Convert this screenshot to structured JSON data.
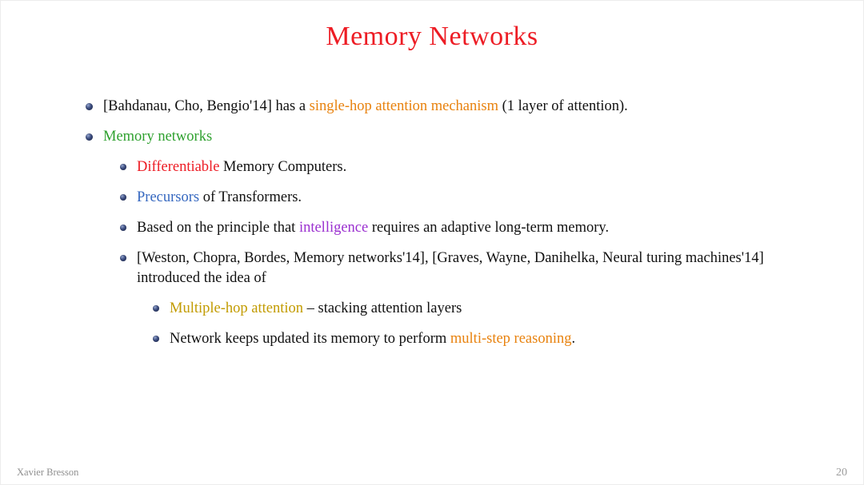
{
  "slide": {
    "title": "Memory Networks",
    "footer": {
      "author": "Xavier Bresson",
      "page_number": "20"
    }
  },
  "palette": {
    "title_red": "#ed1c24",
    "body": "#111111",
    "orange": "#e8820e",
    "green": "#2fa12f",
    "red": "#ed1c24",
    "blue": "#3668c0",
    "purple": "#9b30d0",
    "gold": "#c29b00",
    "bullet_navy": "#1d2950",
    "footer_gray": "#8f8f8f"
  },
  "bullets": [
    {
      "level": 1,
      "segments": [
        {
          "text": "[Bahdanau, Cho, Bengio'14] has a ",
          "color": "body"
        },
        {
          "text": "single-hop attention mechanism",
          "color": "orange"
        },
        {
          "text": " (1 layer of attention).",
          "color": "body"
        }
      ]
    },
    {
      "level": 1,
      "segments": [
        {
          "text": "Memory networks",
          "color": "green"
        }
      ]
    },
    {
      "level": 2,
      "segments": [
        {
          "text": "Differentiable",
          "color": "red"
        },
        {
          "text": " Memory Computers.",
          "color": "body"
        }
      ]
    },
    {
      "level": 2,
      "segments": [
        {
          "text": "Precursors",
          "color": "blue"
        },
        {
          "text": " of Transformers.",
          "color": "body"
        }
      ]
    },
    {
      "level": 2,
      "segments": [
        {
          "text": "Based on the principle that ",
          "color": "body"
        },
        {
          "text": "intelligence",
          "color": "purple"
        },
        {
          "text": " requires an adaptive long-term memory.",
          "color": "body"
        }
      ]
    },
    {
      "level": 2,
      "segments": [
        {
          "text": "[Weston, Chopra, Bordes, Memory networks'14], [Graves, Wayne, Danihelka, Neural turing machines'14] introduced the idea of",
          "color": "body"
        }
      ]
    },
    {
      "level": 3,
      "segments": [
        {
          "text": "Multiple-hop attention",
          "color": "gold"
        },
        {
          "text": " – stacking attention layers",
          "color": "body"
        }
      ]
    },
    {
      "level": 3,
      "segments": [
        {
          "text": "Network keeps updated its memory to perform ",
          "color": "body"
        },
        {
          "text": "multi-step reasoning",
          "color": "orange"
        },
        {
          "text": ".",
          "color": "body"
        }
      ]
    }
  ]
}
